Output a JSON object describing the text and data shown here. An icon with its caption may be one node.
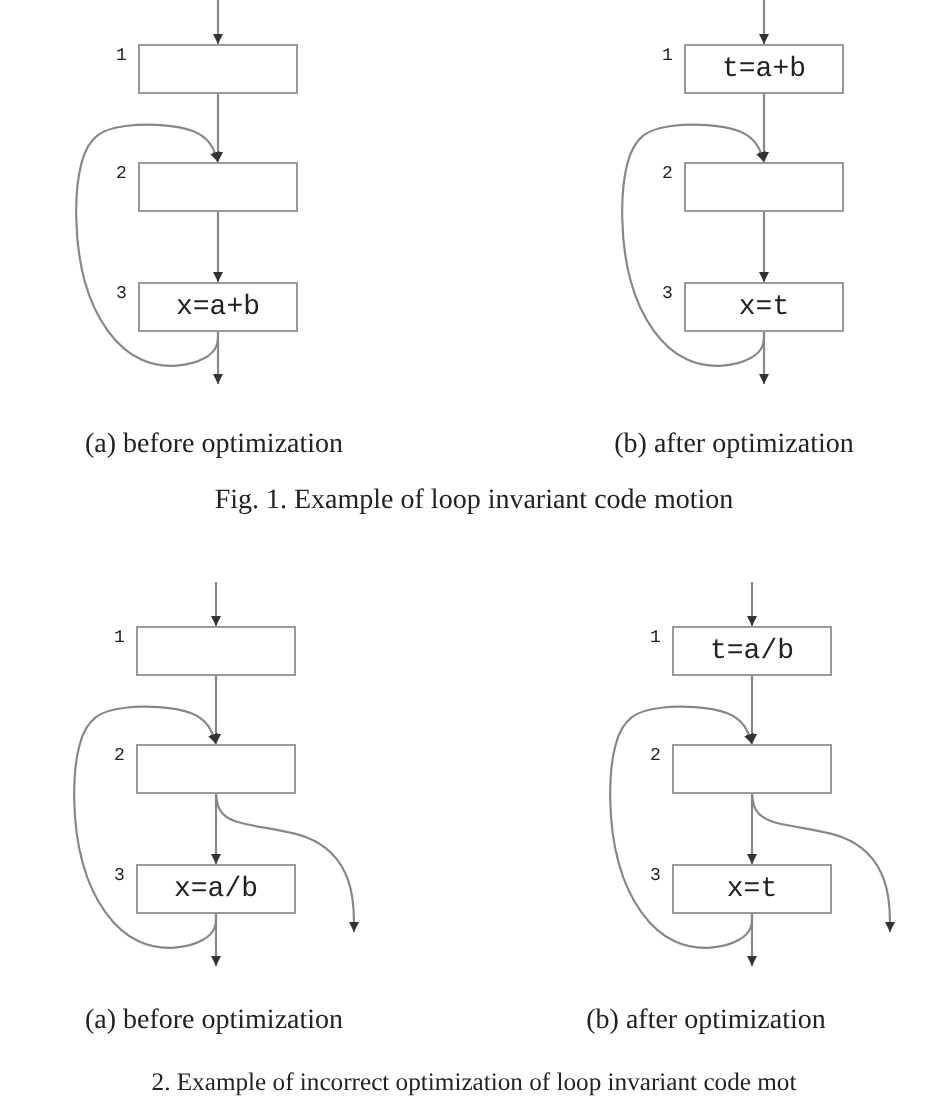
{
  "diagram": {
    "nodes": [
      {
        "text": [],
        "shape": "box",
        "beside": [
          "1"
        ]
      },
      {
        "text": [],
        "shape": "box",
        "beside": [
          "2"
        ]
      },
      {
        "text": [
          "x=a+b"
        ],
        "beside": [
          "3"
        ]
      },
      {
        "text": [
          "t=a+b"
        ],
        "beside": [
          "1"
        ]
      },
      {
        "text": [],
        "shape": "box",
        "beside": [
          "2"
        ]
      },
      {
        "text": [
          "x=t"
        ],
        "beside": [
          "3"
        ]
      },
      {
        "text": [],
        "shape": "box",
        "beside": [
          "1"
        ]
      },
      {
        "text": [],
        "shape": "box",
        "beside": [
          "2"
        ]
      },
      {
        "text": [
          "x=a/b"
        ],
        "beside": [
          "3"
        ]
      },
      {
        "text": [
          "t=a/b"
        ],
        "beside": [
          "1"
        ]
      },
      {
        "text": [],
        "shape": "box",
        "beside": [
          "2"
        ]
      },
      {
        "text": [
          "x=t"
        ],
        "beside": [
          "3"
        ]
      }
    ],
    "edges": [
      {
        "from": null,
        "to": 0,
        "arrow": "to"
      },
      {
        "from": 0,
        "to": 1,
        "arrow": "to"
      },
      {
        "from": 1,
        "to": 2,
        "arrow": "to"
      },
      {
        "from": 2,
        "to": null,
        "arrow": "to"
      },
      {
        "from": 2,
        "to": 1,
        "arrow": "to"
      },
      {
        "from": null,
        "to": 3,
        "arrow": "to"
      },
      {
        "from": 3,
        "to": 4,
        "arrow": "to"
      },
      {
        "from": 4,
        "to": 5,
        "arrow": "to"
      },
      {
        "from": 5,
        "to": null,
        "arrow": "to"
      },
      {
        "from": 5,
        "to": 4,
        "arrow": "to"
      },
      {
        "from": null,
        "to": 6,
        "arrow": "to"
      },
      {
        "from": 6,
        "to": 7,
        "arrow": "to"
      },
      {
        "from": 7,
        "to": 8,
        "arrow": "to"
      },
      {
        "from": 8,
        "to": null,
        "arrow": "to"
      },
      {
        "from": 8,
        "to": 7,
        "arrow": "to"
      },
      {
        "from": 7,
        "to": null,
        "arrow": "to"
      },
      {
        "from": null,
        "to": 9,
        "arrow": "to"
      },
      {
        "from": 9,
        "to": 10,
        "arrow": "to"
      },
      {
        "from": 10,
        "to": 11,
        "arrow": "to"
      },
      {
        "from": 11,
        "to": null,
        "arrow": "to"
      },
      {
        "from": 11,
        "to": 10,
        "arrow": "to"
      },
      {
        "from": 10,
        "to": null,
        "arrow": "to"
      }
    ],
    "labels": [
      "(a) before optimization",
      "(b) after optimization",
      "Fig. 1. Example of loop invariant code motion",
      "(a) before optimization",
      "(b) after optimization",
      "2. Example of incorrect optimization of loop invariant code mot"
    ]
  }
}
